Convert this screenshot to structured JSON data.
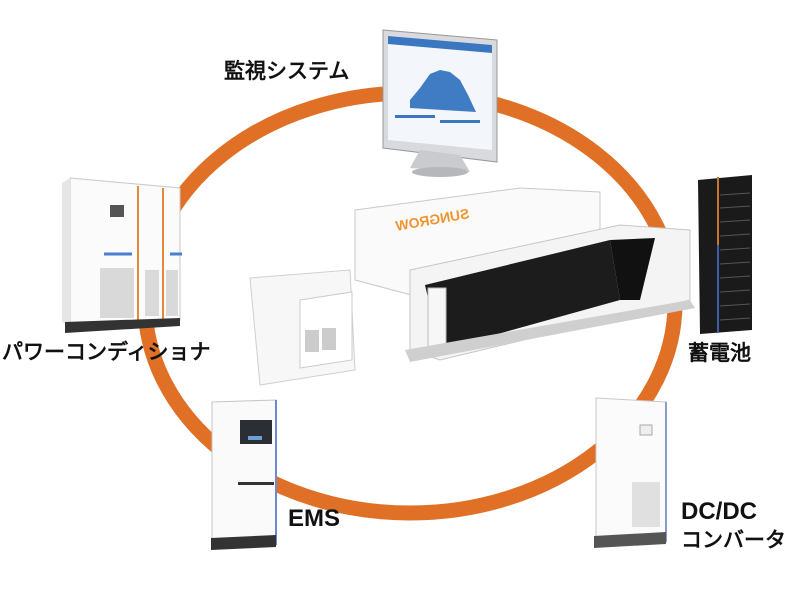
{
  "diagram": {
    "ring_color": "#E07026",
    "components": [
      {
        "id": "monitoring",
        "label": "監視システム",
        "icon": "monitor-dashboard-icon"
      },
      {
        "id": "pcs",
        "label": "パワーコンディショナ",
        "icon": "inverter-cabinet-icon"
      },
      {
        "id": "battery",
        "label": "蓄電池",
        "icon": "battery-rack-icon"
      },
      {
        "id": "ems",
        "label": "EMS",
        "icon": "ems-cabinet-icon"
      },
      {
        "id": "dcdc",
        "label_line1": "DC/DC",
        "label_line2": "コンバータ",
        "icon": "dc-converter-cabinet-icon"
      }
    ],
    "center": {
      "brand": "SUNGROW",
      "icon": "container-storage-system-icon"
    }
  }
}
